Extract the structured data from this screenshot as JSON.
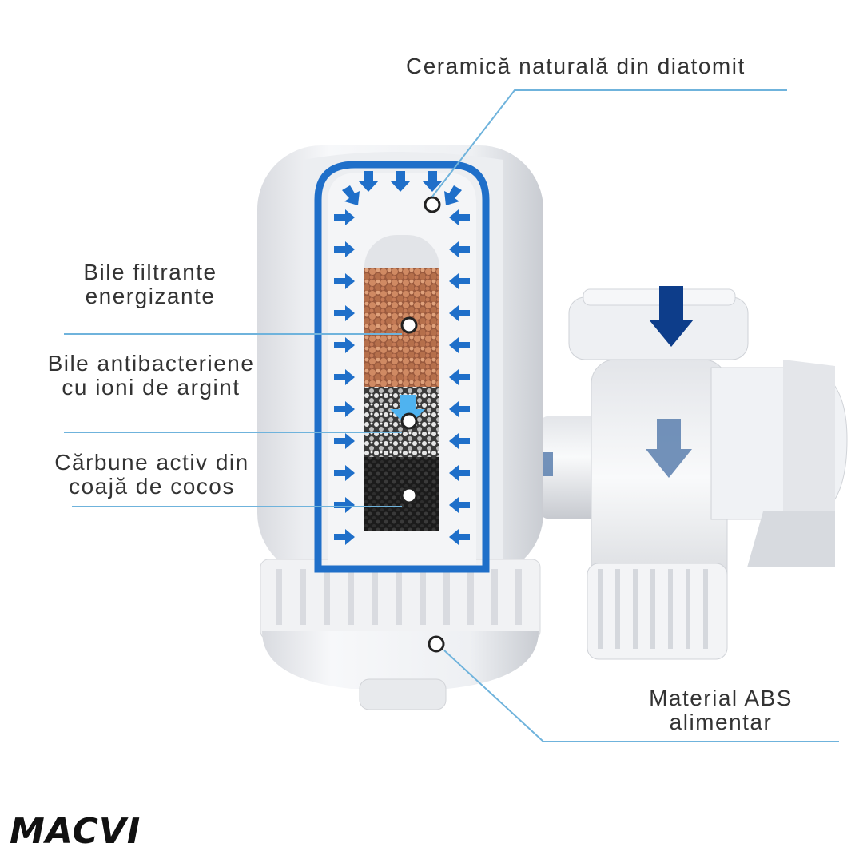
{
  "labels": {
    "ceramic": "Ceramică naturală din diatomit",
    "balls": [
      "Bile filtrante",
      "energizante"
    ],
    "silver": [
      "Bile antibacteriene",
      "cu ioni de argint"
    ],
    "carbon": [
      "Cărbune activ din",
      "coajă de cocos"
    ],
    "abs": [
      "Material ABS",
      "alimentar"
    ]
  },
  "brand": "MACVI",
  "colors": {
    "callout_line": "#6fb3dc",
    "flow_blue": "#1f6fc9",
    "flow_dark": "#0d3d8a",
    "body_white": "#f2f3f5",
    "ceramic_bed": "#c47a56",
    "carbon": "#2a2a2a"
  }
}
